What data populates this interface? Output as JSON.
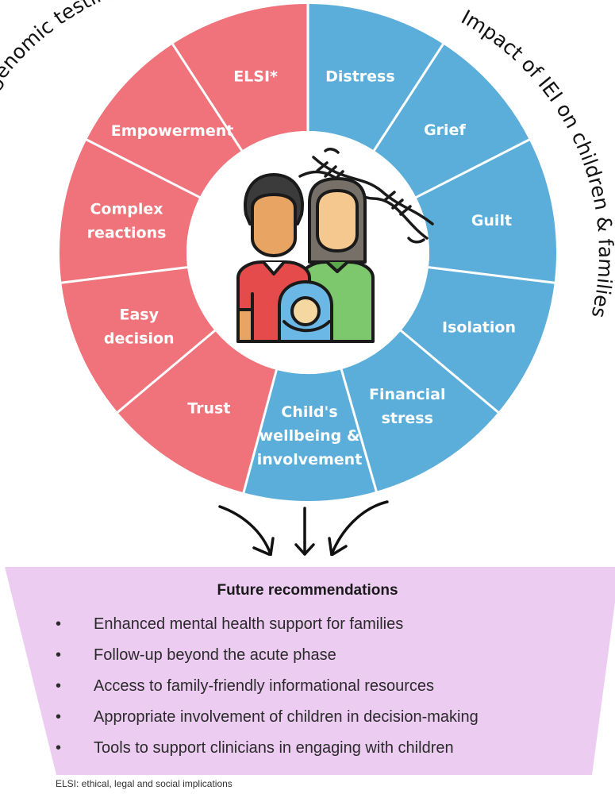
{
  "colors": {
    "perception_segment": "#F0737B",
    "impact_segment": "#5BAEDA",
    "recommendations_bg": "#EDCCF2",
    "divider": "#ffffff",
    "arc_text": "#111111"
  },
  "wheel": {
    "left_title": "Perceptions of mainstreamed genomic testing",
    "right_title": "Impact of IEI on children & families",
    "center_icon": "family-with-dna-icon",
    "segments": [
      {
        "label": [
          "Distress"
        ],
        "group": "impact"
      },
      {
        "label": [
          "Grief"
        ],
        "group": "impact"
      },
      {
        "label": [
          "Guilt"
        ],
        "group": "impact"
      },
      {
        "label": [
          "Isolation"
        ],
        "group": "impact"
      },
      {
        "label": [
          "Financial",
          "stress"
        ],
        "group": "impact"
      },
      {
        "label": [
          "Child's",
          "wellbeing &",
          "involvement"
        ],
        "group": "impact"
      },
      {
        "label": [
          "Trust"
        ],
        "group": "perception"
      },
      {
        "label": [
          "Easy",
          "decision"
        ],
        "group": "perception"
      },
      {
        "label": [
          "Complex",
          "reactions"
        ],
        "group": "perception"
      },
      {
        "label": [
          "Empowerment"
        ],
        "group": "perception"
      },
      {
        "label": [
          "ELSI*"
        ],
        "group": "perception"
      }
    ]
  },
  "arrows": [
    "arrow-left-curve",
    "arrow-down",
    "arrow-right-curve"
  ],
  "recommendations": {
    "title": "Future recommendations",
    "bullet": "•",
    "items": [
      "Enhanced mental health support for families",
      "Follow-up beyond the acute phase",
      "Access to family-friendly informational resources",
      "Appropriate involvement of children in decision-making",
      "Tools to support clinicians in engaging with children"
    ]
  },
  "footnote": "ELSI: ethical, legal and social implications"
}
